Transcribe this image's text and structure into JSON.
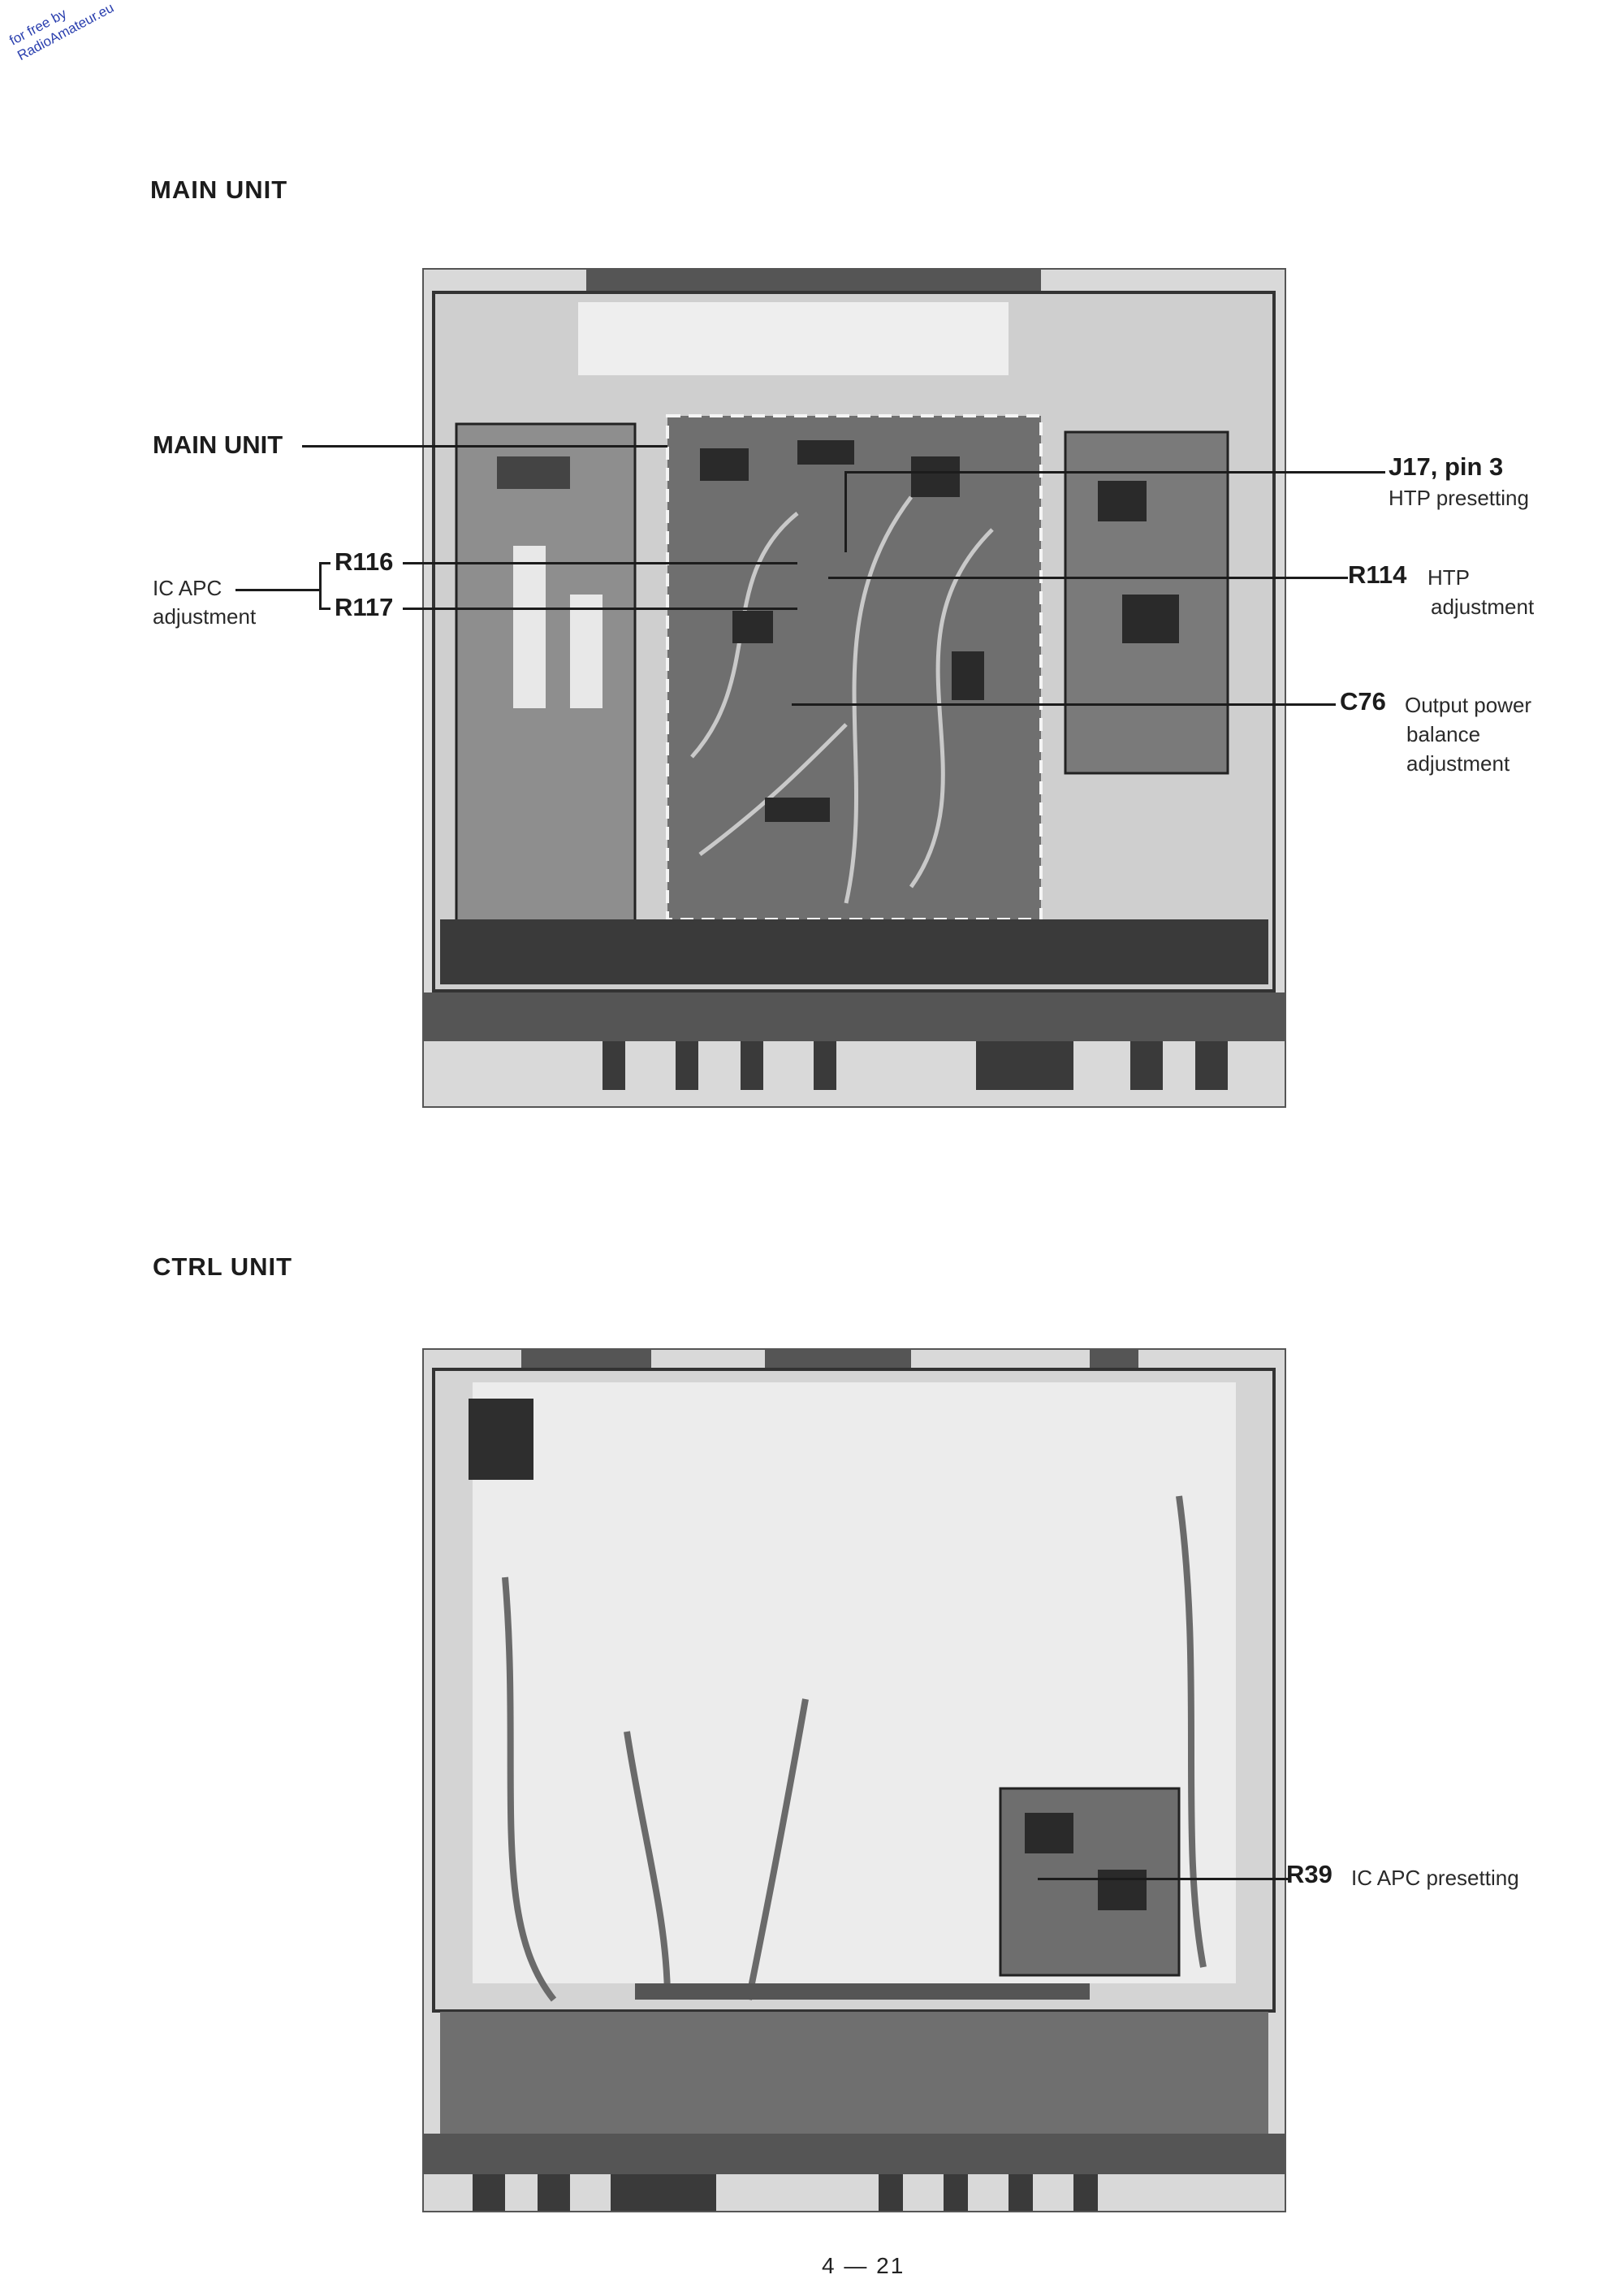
{
  "watermark": {
    "line1": "for free by",
    "line2": "RadioAmateur.eu"
  },
  "main_section": {
    "title": "MAIN UNIT",
    "photo_label": "MAIN UNIT",
    "callouts": {
      "r116": "R116",
      "r117": "R117",
      "ic_apc_line1": "IC APC",
      "ic_apc_line2": "adjustment",
      "j17": "J17, pin 3",
      "j17_desc": "HTP presetting",
      "r114": "R114",
      "r114_desc1": "HTP",
      "r114_desc2": "adjustment",
      "c76": "C76",
      "c76_desc1": "Output power",
      "c76_desc2": "balance",
      "c76_desc3": "adjustment"
    }
  },
  "ctrl_section": {
    "title": "CTRL UNIT",
    "callouts": {
      "r39": "R39",
      "r39_desc": "IC APC presetting"
    }
  },
  "page_number": "4 — 21"
}
